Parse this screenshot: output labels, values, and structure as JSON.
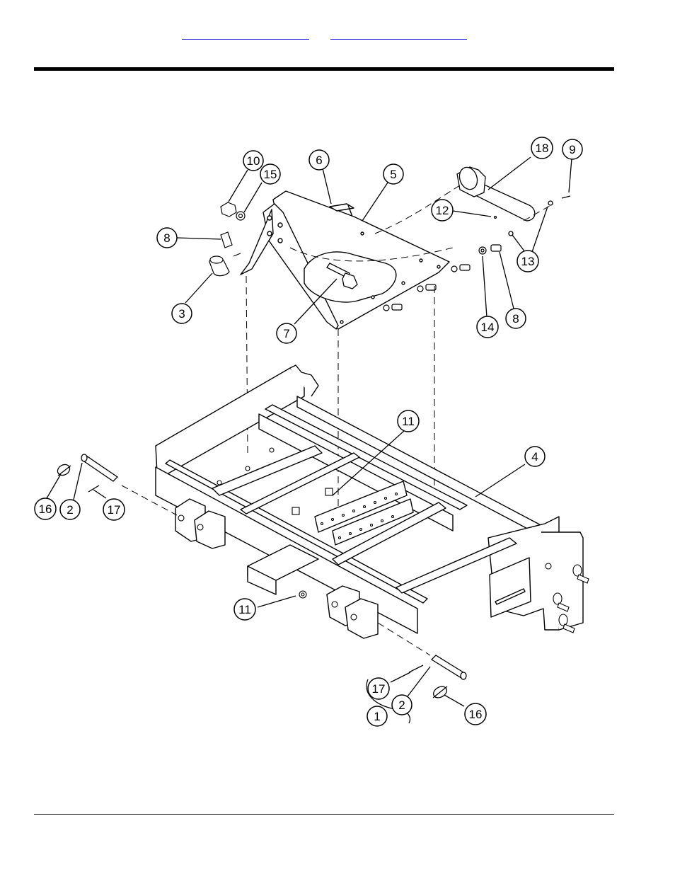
{
  "header": {
    "links": [
      {
        "label": ""
      },
      {
        "label": ""
      }
    ]
  },
  "callouts": [
    {
      "id": "c10",
      "label": "10"
    },
    {
      "id": "c15",
      "label": "15"
    },
    {
      "id": "c6",
      "label": "6"
    },
    {
      "id": "c5",
      "label": "5"
    },
    {
      "id": "c18",
      "label": "18"
    },
    {
      "id": "c9",
      "label": "9"
    },
    {
      "id": "c12",
      "label": "12"
    },
    {
      "id": "c8a",
      "label": "8"
    },
    {
      "id": "c13",
      "label": "13"
    },
    {
      "id": "c3",
      "label": "3"
    },
    {
      "id": "c7",
      "label": "7"
    },
    {
      "id": "c14",
      "label": "14"
    },
    {
      "id": "c8b",
      "label": "8"
    },
    {
      "id": "c11a",
      "label": "11"
    },
    {
      "id": "c4",
      "label": "4"
    },
    {
      "id": "c16a",
      "label": "16"
    },
    {
      "id": "c2a",
      "label": "2"
    },
    {
      "id": "c17a",
      "label": "17"
    },
    {
      "id": "c11b",
      "label": "11"
    },
    {
      "id": "c17b",
      "label": "17"
    },
    {
      "id": "c2b",
      "label": "2"
    },
    {
      "id": "c1",
      "label": "1"
    },
    {
      "id": "c16b",
      "label": "16"
    }
  ]
}
